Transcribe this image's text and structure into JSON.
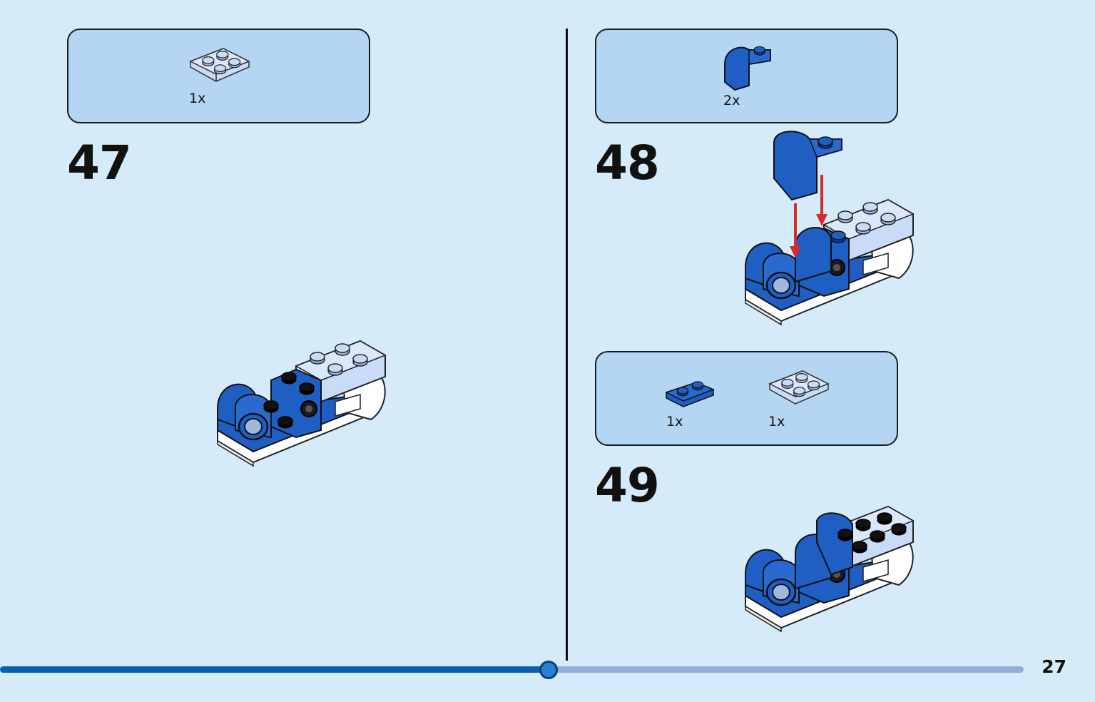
{
  "page": {
    "number": "27"
  },
  "progress": {
    "fraction": 0.535
  },
  "colors": {
    "background": "#d6ebfa",
    "parts_box": "#b4d6f2",
    "brick_blue": "#1f5fc4",
    "brick_light": "#c9dcf7",
    "arrow_red": "#d62b2b"
  },
  "steps": [
    {
      "number": "47",
      "parts": [
        {
          "qty": "1x",
          "part": "light-blue 2x2 plate"
        }
      ]
    },
    {
      "number": "48",
      "parts": [
        {
          "qty": "2x",
          "part": "blue curved slope"
        }
      ]
    },
    {
      "number": "49",
      "parts": [
        {
          "qty": "1x",
          "part": "blue 1x2 plate"
        },
        {
          "qty": "1x",
          "part": "light-blue 2x2 plate"
        }
      ]
    }
  ]
}
